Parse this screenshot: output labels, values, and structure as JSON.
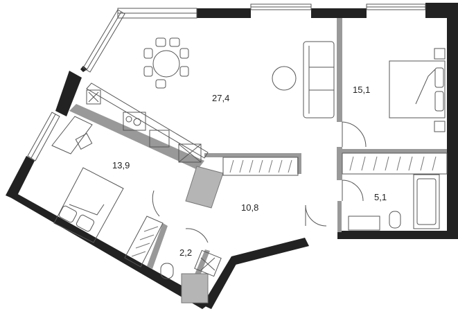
{
  "rooms": [
    {
      "id": "living-kitchen",
      "area": "27,4"
    },
    {
      "id": "bedroom-right",
      "area": "15,1"
    },
    {
      "id": "bedroom-left",
      "area": "13,9"
    },
    {
      "id": "hall",
      "area": "10,8"
    },
    {
      "id": "bathroom",
      "area": "5,1"
    },
    {
      "id": "wc",
      "area": "2,2"
    }
  ],
  "colors": {
    "wall": "#222222",
    "partition": "#999999",
    "partition_fill": "#b5b5b5",
    "line": "#555555",
    "background": "#ffffff"
  }
}
